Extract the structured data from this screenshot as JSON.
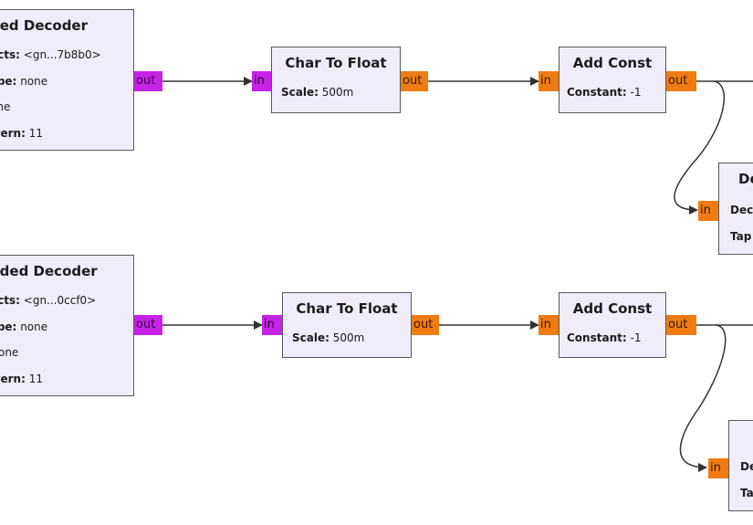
{
  "blocks": {
    "dec1": {
      "title": "ded Decoder",
      "p1k": "ects:",
      "p1v": "<gn...7b8b0>",
      "p2k": "ype:",
      "p2v": "none",
      "p3v": "one",
      "p4k": "ttern:",
      "p4v": "11",
      "out": "out"
    },
    "ctf1": {
      "title": "Char To Float",
      "pk": "Scale:",
      "pv": "500m",
      "in": "in",
      "out": "out"
    },
    "add1": {
      "title": "Add Const",
      "pk": "Constant:",
      "pv": "-1",
      "in": "in",
      "out": "out"
    },
    "cut1": {
      "title": "De",
      "p1": "Dec",
      "p2": "Tap",
      "in": "in"
    },
    "dec2": {
      "title": "nded Decoder",
      "p1k": "ects:",
      "p1v": "<gn...0ccf0>",
      "p2k": "ype:",
      "p2v": "none",
      "p3v": "None",
      "p4k": "ttern:",
      "p4v": "11",
      "out": "out"
    },
    "ctf2": {
      "title": "Char To Float",
      "pk": "Scale:",
      "pv": "500m",
      "in": "in",
      "out": "out"
    },
    "add2": {
      "title": "Add Const",
      "pk": "Constant:",
      "pv": "-1",
      "in": "in",
      "out": "out"
    },
    "cut2": {
      "title": "",
      "p1": "De",
      "p2": "Ta",
      "in": "in"
    }
  },
  "colors": {
    "block_fill": "#f1ecfa",
    "block_border": "#585858",
    "port_byte": "#c623e6",
    "port_float": "#ee7c13",
    "wire": "#333333"
  }
}
